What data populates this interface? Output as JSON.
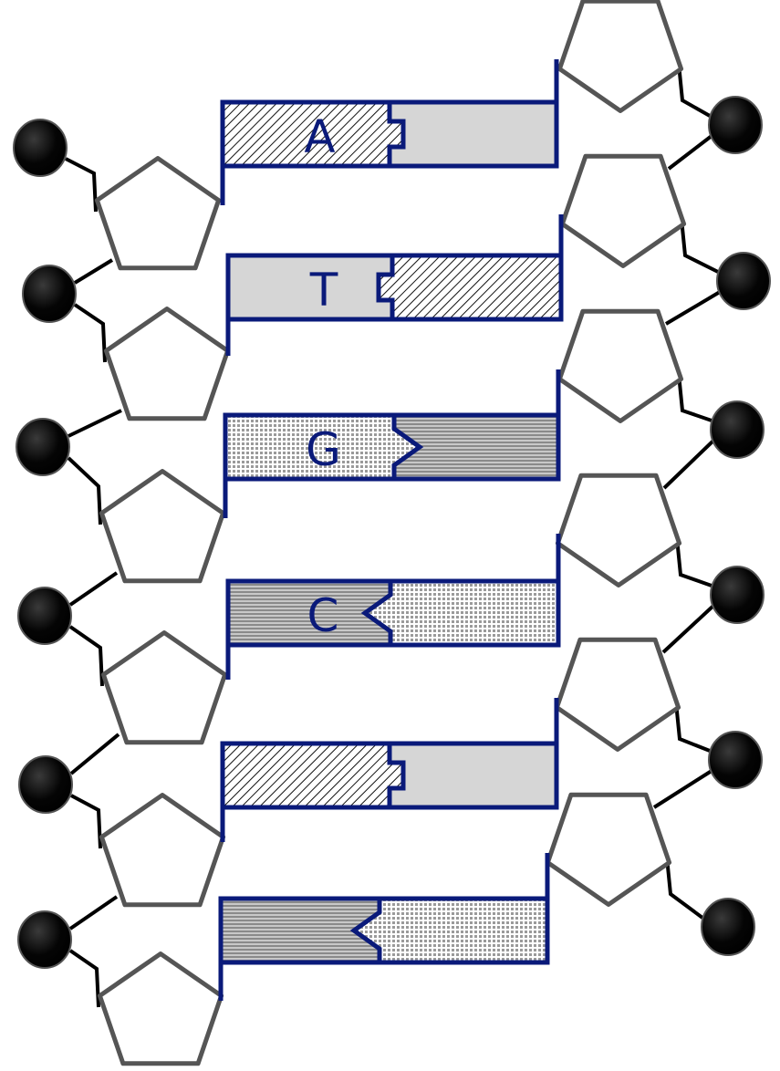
{
  "colors": {
    "outline": "#0a1a7a",
    "label": "#0a1a7a",
    "sugar": "#555555",
    "phosphate": "#000000",
    "fill_gray": "#d6d6d6",
    "fill_stripe": "#888888"
  },
  "base_pairs": [
    {
      "label": "A",
      "left_pattern": "diag",
      "right_pattern": "gray",
      "joint": "rect-tab"
    },
    {
      "label": "T",
      "left_pattern": "gray",
      "right_pattern": "diag",
      "joint": "rect-notch"
    },
    {
      "label": "G",
      "left_pattern": "dots",
      "right_pattern": "stripes",
      "joint": "v-tab"
    },
    {
      "label": "C",
      "left_pattern": "stripes",
      "right_pattern": "dots",
      "joint": "v-notch"
    },
    {
      "label": "",
      "left_pattern": "diag",
      "right_pattern": "gray",
      "joint": "rect-tab"
    },
    {
      "label": "",
      "left_pattern": "stripes",
      "right_pattern": "dots",
      "joint": "v-notch"
    }
  ]
}
